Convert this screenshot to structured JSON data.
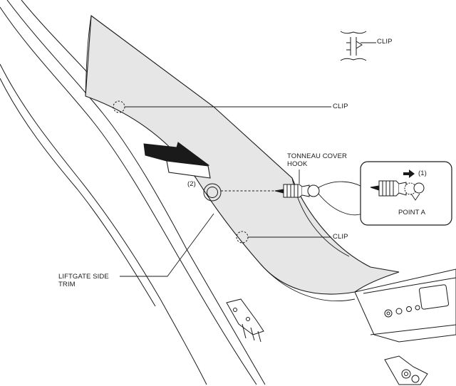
{
  "diagram": {
    "labels": {
      "clip_detail": "CLIP",
      "clip_upper": "CLIP",
      "clip_lower": "CLIP",
      "tonneau_line1": "TONNEAU COVER",
      "tonneau_line2": "HOOK",
      "step_1": "(1)",
      "step_2": "(2)",
      "point_a": "POINT A",
      "trim_line1": "LIFTGATE SIDE",
      "trim_line2": "TRIM"
    },
    "colors": {
      "line": "#1a1a1a",
      "panel_fill": "#e6e6e6",
      "arrow_fill": "#1a1a1a",
      "detail_bg": "#ffffff"
    }
  }
}
